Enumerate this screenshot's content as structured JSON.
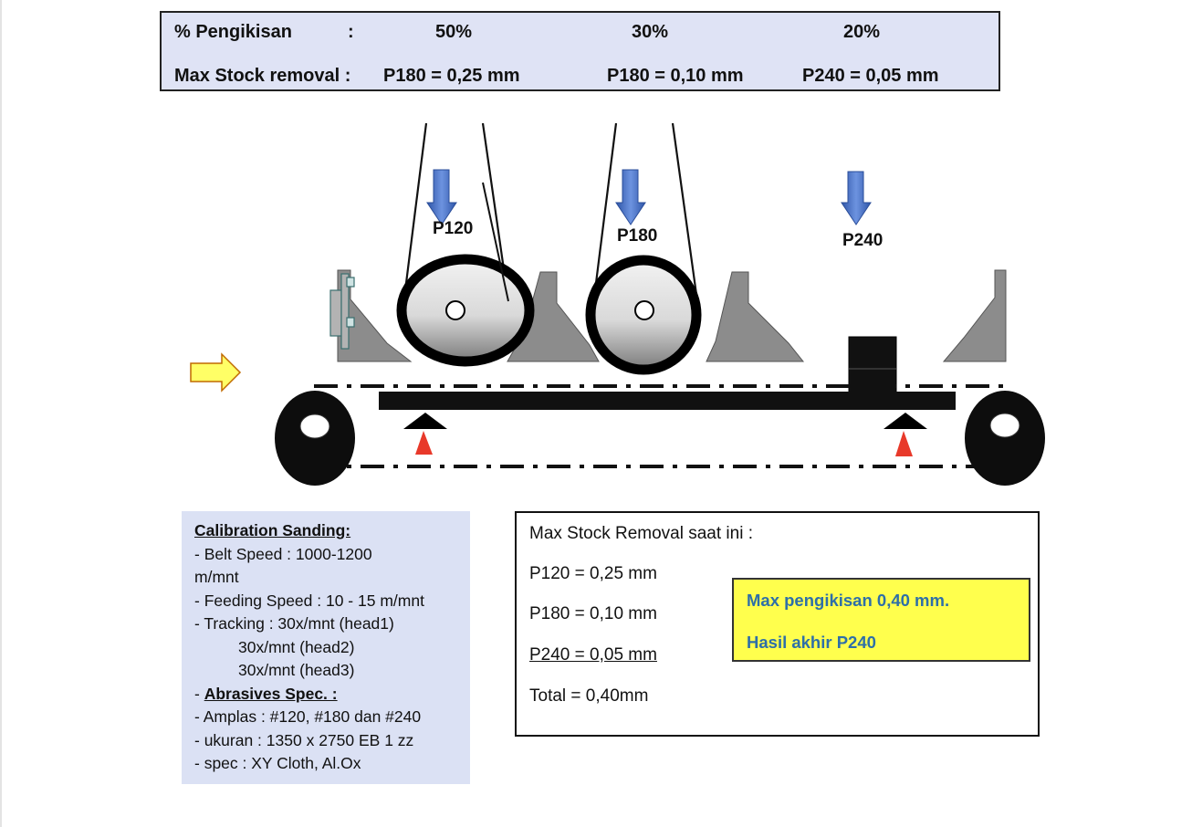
{
  "top_table": {
    "row1": {
      "label": "% Pengikisan",
      "colon": ":",
      "col1": "50%",
      "col2": "30%",
      "col3": "20%"
    },
    "row2": {
      "label": "Max Stock removal :",
      "col1": "P180 = 0,25  mm",
      "col2": "P180 = 0,10 mm",
      "col3": "P240 = 0,05 mm"
    }
  },
  "diagram": {
    "heads": [
      {
        "label": "P120"
      },
      {
        "label": "P180"
      },
      {
        "label": "P240"
      }
    ],
    "colors": {
      "arrow_blue": "#4a72c4",
      "support_red": "#e8392a",
      "feed_arrow": "#ffff66",
      "frame_gray": "#8c8c8c"
    }
  },
  "calibration": {
    "title": "Calibration Sanding:",
    "belt_speed": "- Belt Speed       : 1000-1200",
    "belt_speed_unit": "m/mnt",
    "feeding_speed": "- Feeding Speed : 10 - 15 m/mnt",
    "tracking1": "- Tracking :      30x/mnt (head1)",
    "tracking2": "30x/mnt (head2)",
    "tracking3": "30x/mnt (head3)",
    "abrasives_prefix": "- ",
    "abrasives_title": "Abrasives Spec. :",
    "amplas": "- Amplas : #120, #180 dan #240",
    "ukuran": "- ukuran : 1350 x 2750 EB 1 zz",
    "spec": "- spec : XY Cloth, Al.Ox"
  },
  "stock": {
    "title": "Max Stock Removal saat ini :",
    "p120": "P120 =  0,25 mm",
    "p180": "P180 =  0,10 mm",
    "p240": "P240 =  0,05 mm",
    "total": "Total = 0,40mm",
    "note1": "Max pengikisan 0,40 mm.",
    "note2": "Hasil akhir P240"
  }
}
